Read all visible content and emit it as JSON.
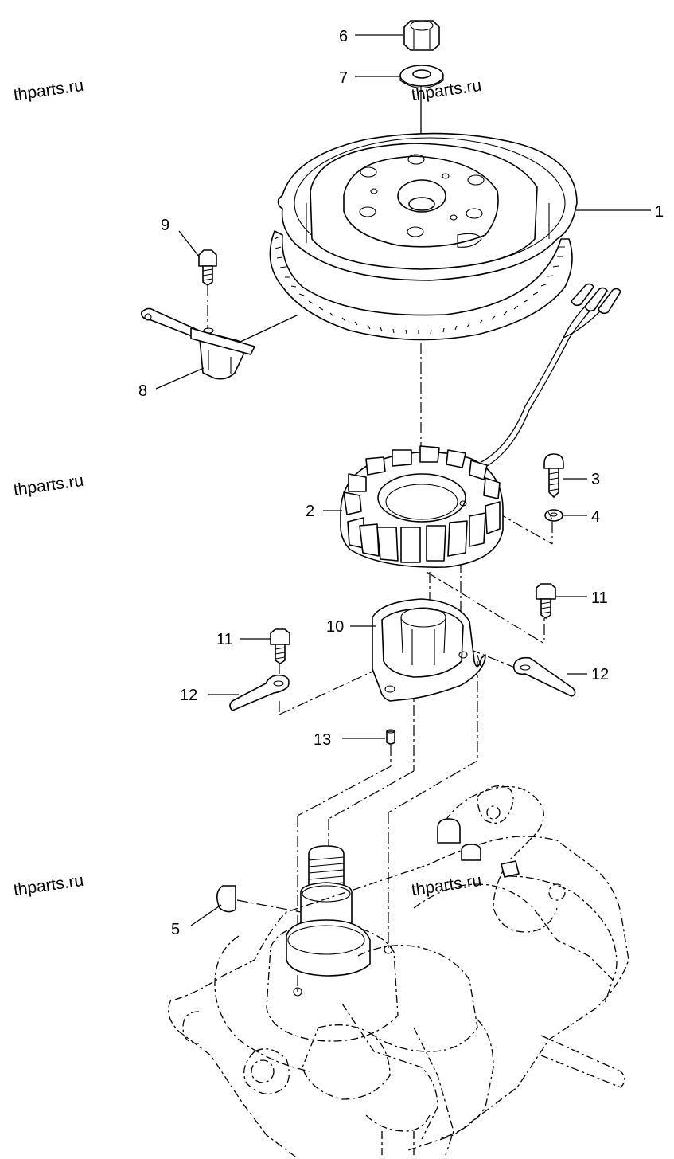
{
  "watermark": "thparts.ru",
  "callouts": {
    "c1": "1",
    "c2": "2",
    "c3": "3",
    "c4": "4",
    "c5": "5",
    "c6": "6",
    "c7": "7",
    "c8": "8",
    "c9": "9",
    "c10": "10",
    "c11a": "11",
    "c11b": "11",
    "c12a": "12",
    "c12b": "12",
    "c13": "13"
  },
  "parts": {
    "flywheel": "flywheel-icon",
    "stator": "stator-coil-icon",
    "nut": "hex-nut-icon",
    "washer": "washer-icon",
    "pickup_coil": "pulser-coil-icon",
    "screw": "screw-icon",
    "bolt": "bolt-icon",
    "stator_base": "stator-base-icon",
    "ground_lead": "ground-lead-icon",
    "dowel": "dowel-pin-icon",
    "key": "woodruff-key-icon",
    "crankcase": "crankcase-icon"
  }
}
